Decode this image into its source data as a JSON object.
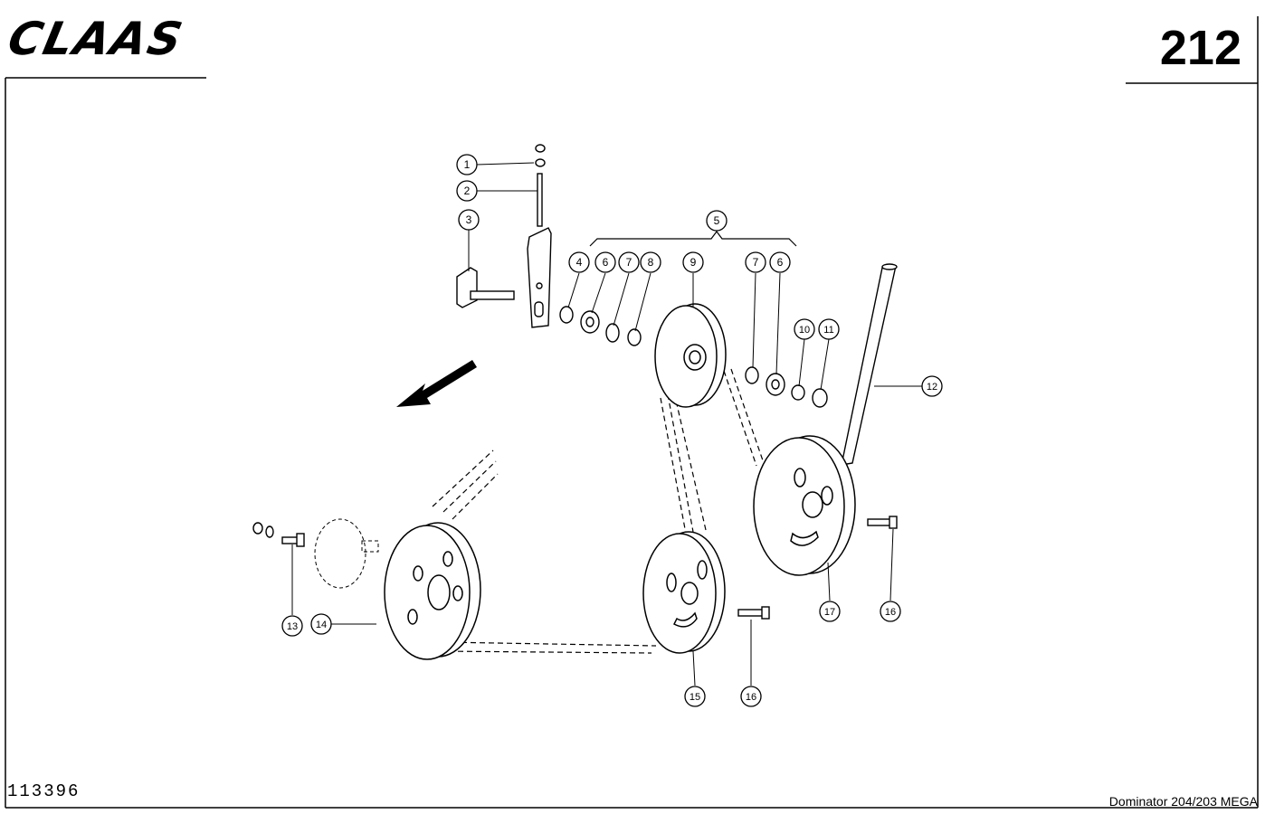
{
  "header": {
    "brand": "CLAAS",
    "page_number": "212"
  },
  "footer": {
    "drawing_number": "113396",
    "model": "Dominator 204/203 MEGA"
  },
  "callouts": [
    "1",
    "2",
    "3",
    "4",
    "5",
    "6",
    "7",
    "8",
    "9",
    "7",
    "6",
    "10",
    "11",
    "12",
    "13",
    "14",
    "15",
    "16",
    "16",
    "17"
  ],
  "colors": {
    "ink": "#000000",
    "paper": "#ffffff"
  }
}
